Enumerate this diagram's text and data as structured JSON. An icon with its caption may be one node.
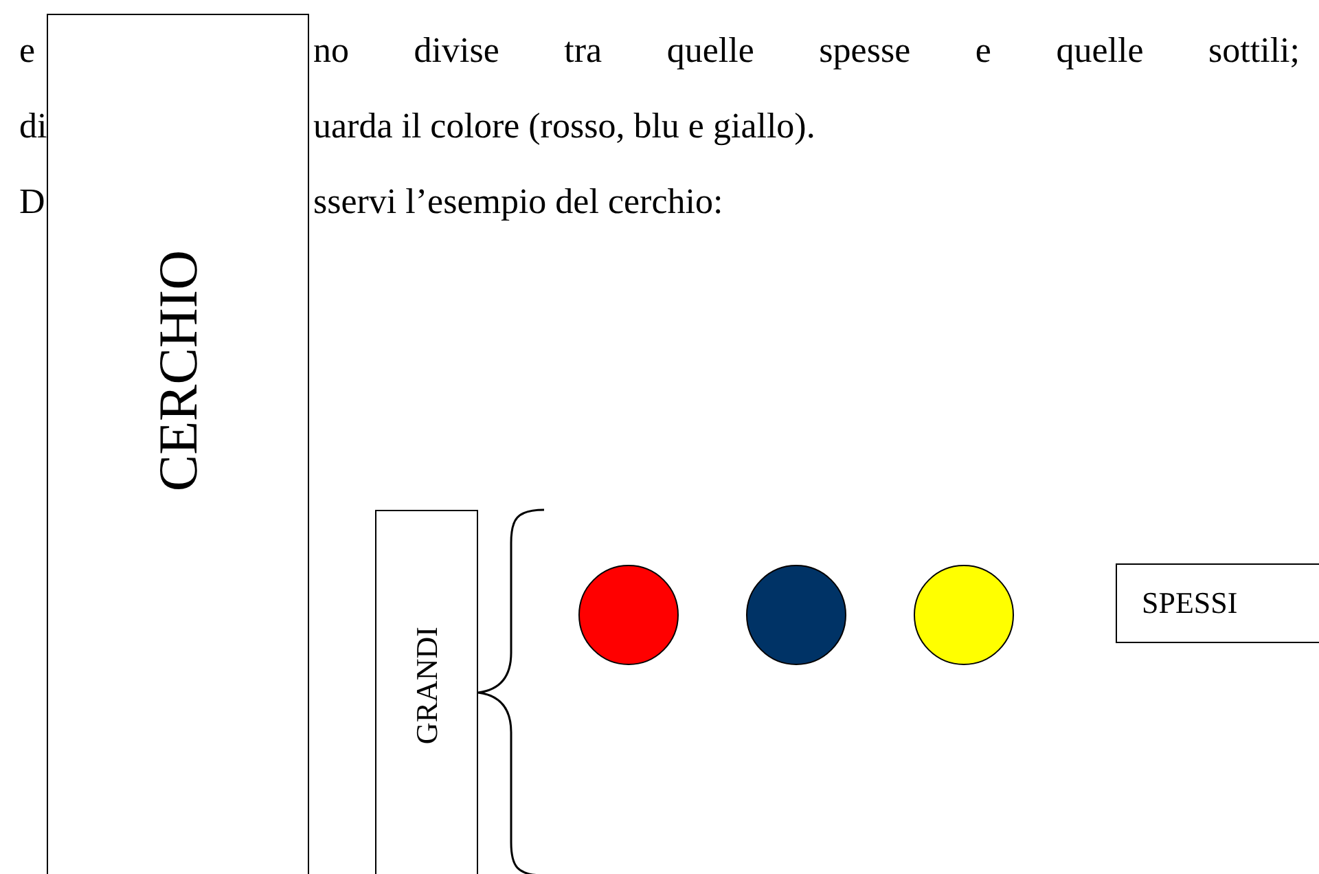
{
  "diagram": {
    "nodes": [
      {
        "text": [
          "CERCHIO"
        ]
      },
      {
        "text": [
          "GRANDI"
        ]
      },
      {
        "text": [],
        "shape": "circle"
      },
      {
        "text": [],
        "shape": "circle"
      },
      {
        "text": [],
        "shape": "circle"
      },
      {
        "text": [
          "SPESSI"
        ]
      }
    ],
    "edges": [],
    "labels": [
      "e",
      "no divise tra quelle spesse e quelle sottili;",
      "di",
      "uarda il colore (rosso, blu e giallo).",
      "D",
      "sservi l’esempio del cerchio:"
    ]
  }
}
